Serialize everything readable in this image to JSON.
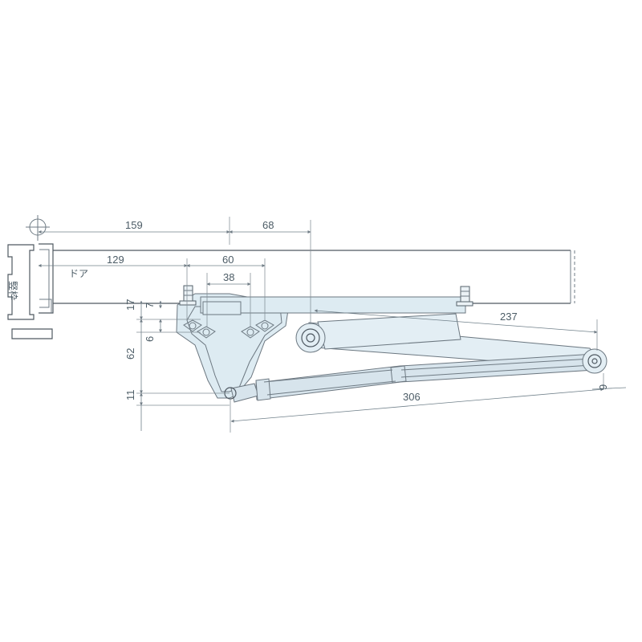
{
  "labels": {
    "frame": "竪枠",
    "door": "ドア"
  },
  "dimensions": {
    "top_left_offset": "159",
    "top_offset_mid": "68",
    "door_left_offset": "129",
    "hole_spacing_60": "60",
    "hole_spacing_38": "38",
    "left_top_small": "17",
    "left_small_7": "7",
    "left_small_6": "6",
    "left_height_62": "62",
    "left_bottom_11": "11",
    "arm_length_237": "237",
    "bottom_length_306": "306",
    "right_small_9": "9"
  },
  "icons": {
    "hinge_center": "hinge-center-icon",
    "door_closer": "door-closer-icon",
    "screw": "screw-icon",
    "pivot": "pivot-icon"
  },
  "colors": {
    "line": "#6f7b84",
    "fill": "#ddebf2",
    "text": "#4c5c66"
  }
}
